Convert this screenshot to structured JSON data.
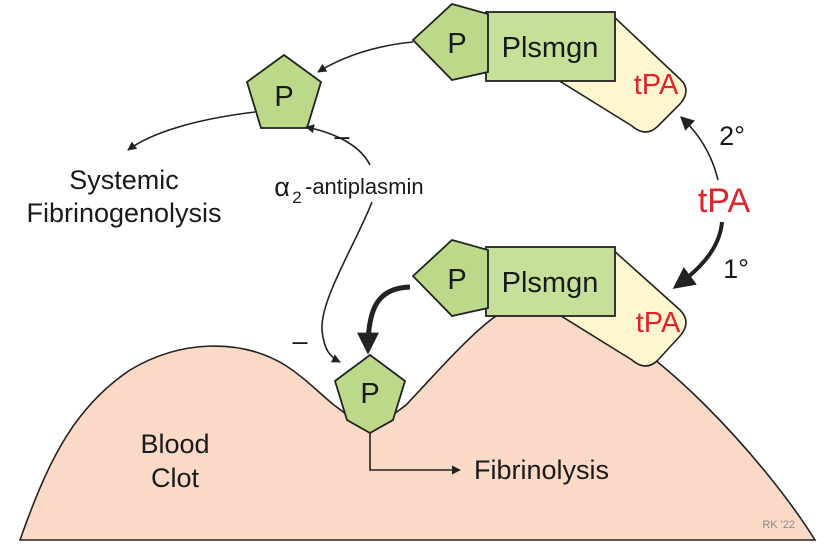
{
  "diagram": {
    "labels": {
      "plasmin_p": "P",
      "plasminogen": "Plsmgn",
      "tpa": "tPA",
      "tpa_free": "tPA",
      "primary": "1°",
      "secondary": "2°",
      "inhibit_minus": "–",
      "antiplasmin_alpha": "α",
      "antiplasmin_sub": "2",
      "antiplasmin_rest": "-antiplasmin",
      "systemic_line1": "Systemic",
      "systemic_line2": "Fibrinogenolysis",
      "clot_line1": "Blood",
      "clot_line2": "Clot",
      "fibrinolysis": "Fibrinolysis",
      "credit": "RK '22"
    },
    "colors": {
      "clot_fill": "#fad9c6",
      "pentagon_fill": "#bcd98a",
      "plasminogen_fill": "#c6e09a",
      "tpa_fill": "#fdf6cf",
      "tpa_text": "#e0242c",
      "stroke": "#222222"
    }
  }
}
